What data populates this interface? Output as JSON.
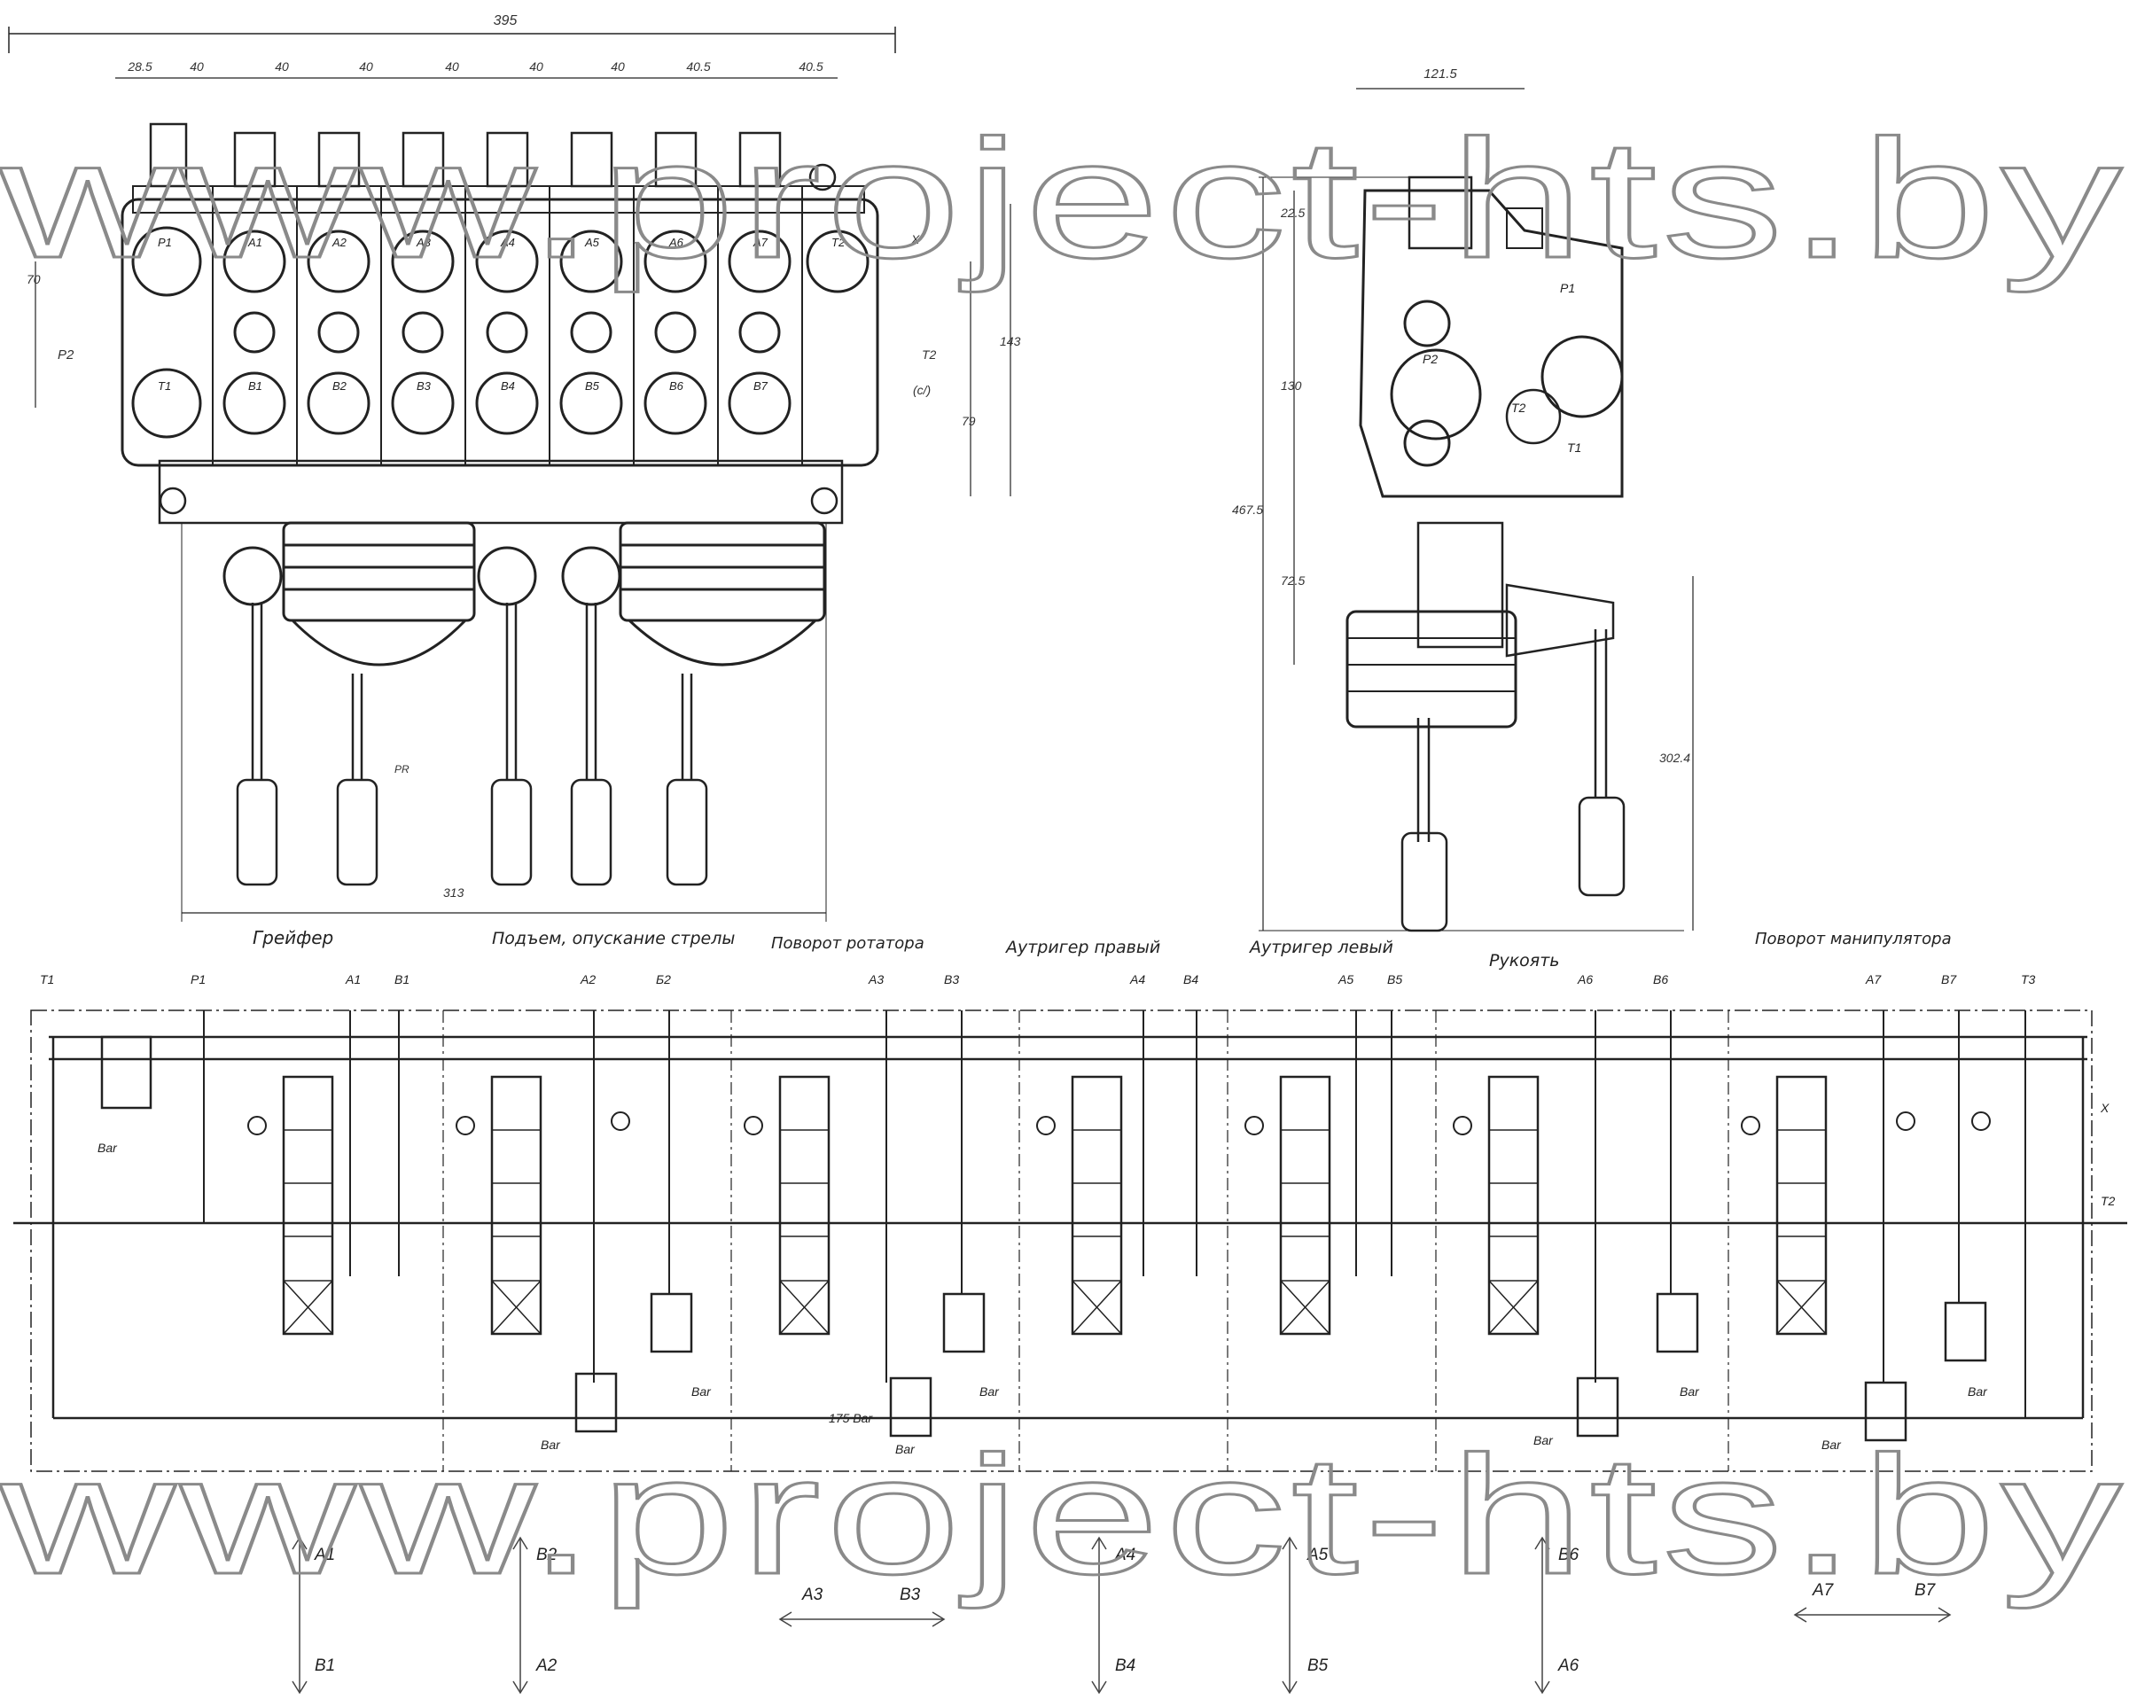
{
  "watermark": "www.project-hts.by",
  "front_view": {
    "dims_top": {
      "overall": "395",
      "d1": "28.5",
      "d2": "40",
      "d3": "40",
      "d4": "40",
      "d5": "40",
      "d6": "40",
      "d7": "40",
      "d8": "40.5"
    },
    "dims_left": {
      "d70": "70",
      "p2": "P2"
    },
    "dims_right": {
      "t2": "T2",
      "c": "(с/)",
      "d79": "79",
      "d143": "143",
      "x": "X"
    },
    "dim_bottom": "313",
    "note_pr": "PR",
    "port_labels": [
      "P1",
      "A1",
      "A2",
      "A3",
      "A4",
      "A5",
      "A6",
      "A7",
      "T2",
      "T1",
      "B1",
      "B2",
      "B3",
      "B4",
      "B5",
      "B6",
      "B7"
    ]
  },
  "side_view": {
    "dim_top": "121.5",
    "dims_left": {
      "d225": "22.5",
      "d130": "130",
      "d725": "72.5",
      "d4675": "467.5"
    },
    "dim_right": "302.4",
    "port_labels": [
      "P1",
      "P2",
      "T1",
      "T2"
    ]
  },
  "section_captions": [
    "Грейфер",
    "Подъем, опускание стрелы",
    "Поворот ротатора",
    "Аутригер правый",
    "Аутригер левый",
    "Рукоять",
    "Поворот манипулятора"
  ],
  "schematic": {
    "top_ports": [
      "T1",
      "P1",
      "A1",
      "B1",
      "A2",
      "Б2",
      "A3",
      "B3",
      "A4",
      "B4",
      "A5",
      "B5",
      "A6",
      "B6",
      "A7",
      "B7",
      "T3"
    ],
    "right_ports": [
      "X",
      "T2"
    ],
    "relief_labels": [
      "Bar",
      "Bar",
      "Bar",
      "175 Bar",
      "Bar",
      "Bar",
      "Bar",
      "Bar",
      "Bar",
      "Bar"
    ]
  },
  "lever_arrows": [
    {
      "top": "A1",
      "bottom": "B1",
      "kind": "vertical"
    },
    {
      "top": "B2",
      "bottom": "A2",
      "kind": "vertical"
    },
    {
      "left": "A3",
      "right": "B3",
      "kind": "horizontal"
    },
    {
      "top": "A4",
      "bottom": "B4",
      "kind": "vertical"
    },
    {
      "top": "A5",
      "bottom": "B5",
      "kind": "vertical"
    },
    {
      "top": "B6",
      "bottom": "A6",
      "kind": "vertical"
    },
    {
      "left": "A7",
      "right": "B7",
      "kind": "horizontal"
    }
  ],
  "colors": {
    "ink": "#222222",
    "paper": "#ffffff",
    "watermark": "#8a8a8a"
  }
}
